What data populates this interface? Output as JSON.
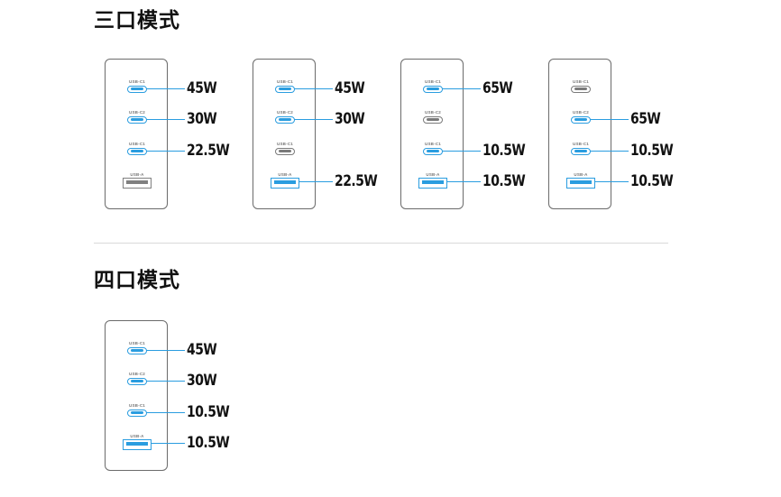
{
  "sections": [
    {
      "title": "三口模式",
      "chargers": [
        {
          "ports": [
            {
              "label": "USB-C1",
              "kind": "usb-c",
              "active": true,
              "watt": "45W"
            },
            {
              "label": "USB-C2",
              "kind": "usb-c",
              "active": true,
              "watt": "30W"
            },
            {
              "label": "USB-C1",
              "kind": "usb-c",
              "active": true,
              "watt": "22.5W"
            },
            {
              "label": "USB-A",
              "kind": "usb-a",
              "active": false,
              "watt": ""
            }
          ]
        },
        {
          "ports": [
            {
              "label": "USB-C1",
              "kind": "usb-c",
              "active": true,
              "watt": "45W"
            },
            {
              "label": "USB-C2",
              "kind": "usb-c",
              "active": true,
              "watt": "30W"
            },
            {
              "label": "USB-C1",
              "kind": "usb-c",
              "active": false,
              "watt": ""
            },
            {
              "label": "USB-A",
              "kind": "usb-a",
              "active": true,
              "watt": "22.5W"
            }
          ]
        },
        {
          "ports": [
            {
              "label": "USB-C1",
              "kind": "usb-c",
              "active": true,
              "watt": "65W"
            },
            {
              "label": "USB-C2",
              "kind": "usb-c",
              "active": false,
              "watt": ""
            },
            {
              "label": "USB-C1",
              "kind": "usb-c",
              "active": true,
              "watt": "10.5W"
            },
            {
              "label": "USB-A",
              "kind": "usb-a",
              "active": true,
              "watt": "10.5W"
            }
          ]
        },
        {
          "ports": [
            {
              "label": "USB-C1",
              "kind": "usb-c",
              "active": false,
              "watt": ""
            },
            {
              "label": "USB-C2",
              "kind": "usb-c",
              "active": true,
              "watt": "65W"
            },
            {
              "label": "USB-C1",
              "kind": "usb-c",
              "active": true,
              "watt": "10.5W"
            },
            {
              "label": "USB-A",
              "kind": "usb-a",
              "active": true,
              "watt": "10.5W"
            }
          ]
        }
      ]
    },
    {
      "title": "四口模式",
      "chargers": [
        {
          "ports": [
            {
              "label": "USB-C1",
              "kind": "usb-c",
              "active": true,
              "watt": "45W"
            },
            {
              "label": "USB-C2",
              "kind": "usb-c",
              "active": true,
              "watt": "30W"
            },
            {
              "label": "USB-C1",
              "kind": "usb-c",
              "active": true,
              "watt": "10.5W"
            },
            {
              "label": "USB-A",
              "kind": "usb-a",
              "active": true,
              "watt": "10.5W"
            }
          ]
        }
      ]
    }
  ],
  "colors": {
    "active_port": "#2a9de0",
    "inactive_port": "#7a7a7a",
    "charger_outline": "#6b6b6b",
    "divider": "#d9d9d9",
    "text": "#111111"
  },
  "icons": {
    "usb-c": "usb-c-port-icon",
    "usb-a": "usb-a-port-icon"
  }
}
